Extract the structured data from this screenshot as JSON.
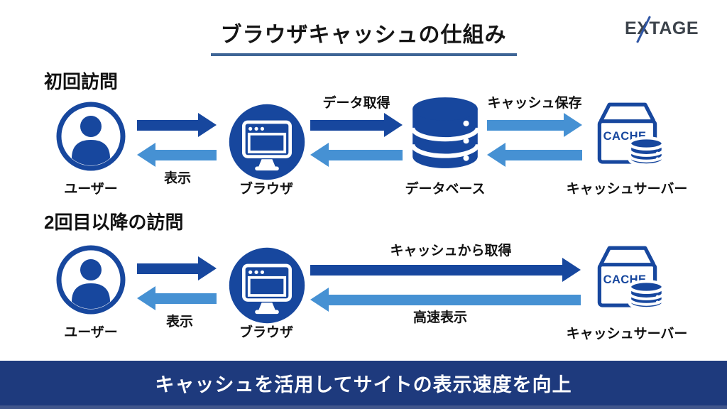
{
  "title": {
    "text": "ブラウザキャッシュの仕組み"
  },
  "logo": {
    "part1": "E",
    "part2": "X",
    "part3": "TAGE"
  },
  "colors": {
    "navy": "#17479E",
    "light_blue": "#4691D3",
    "banner_bg": "#1E3A7D",
    "underline": "#3E6596",
    "logo_text": "#3C434B",
    "logo_slash": "#2F55A4"
  },
  "s1": {
    "heading": "初回訪問",
    "labels": {
      "user": "ユーザー",
      "browser": "ブラウザ",
      "database": "データベース",
      "cache_server": "キャッシュサーバー"
    },
    "arrows": {
      "fetch": "データ取得",
      "save": "キャッシュ保存",
      "display": "表示"
    },
    "cache_box_label": "CACHE"
  },
  "s2": {
    "heading": "2回目以降の訪問",
    "labels": {
      "user": "ユーザー",
      "browser": "ブラウザ",
      "cache_server": "キャッシュサーバー"
    },
    "arrows": {
      "fetch": "キャッシュから取得",
      "display": "表示",
      "fast": "高速表示"
    },
    "cache_box_label": "CACHE"
  },
  "banner": {
    "text": "キャッシュを活用してサイトの表示速度を向上"
  }
}
